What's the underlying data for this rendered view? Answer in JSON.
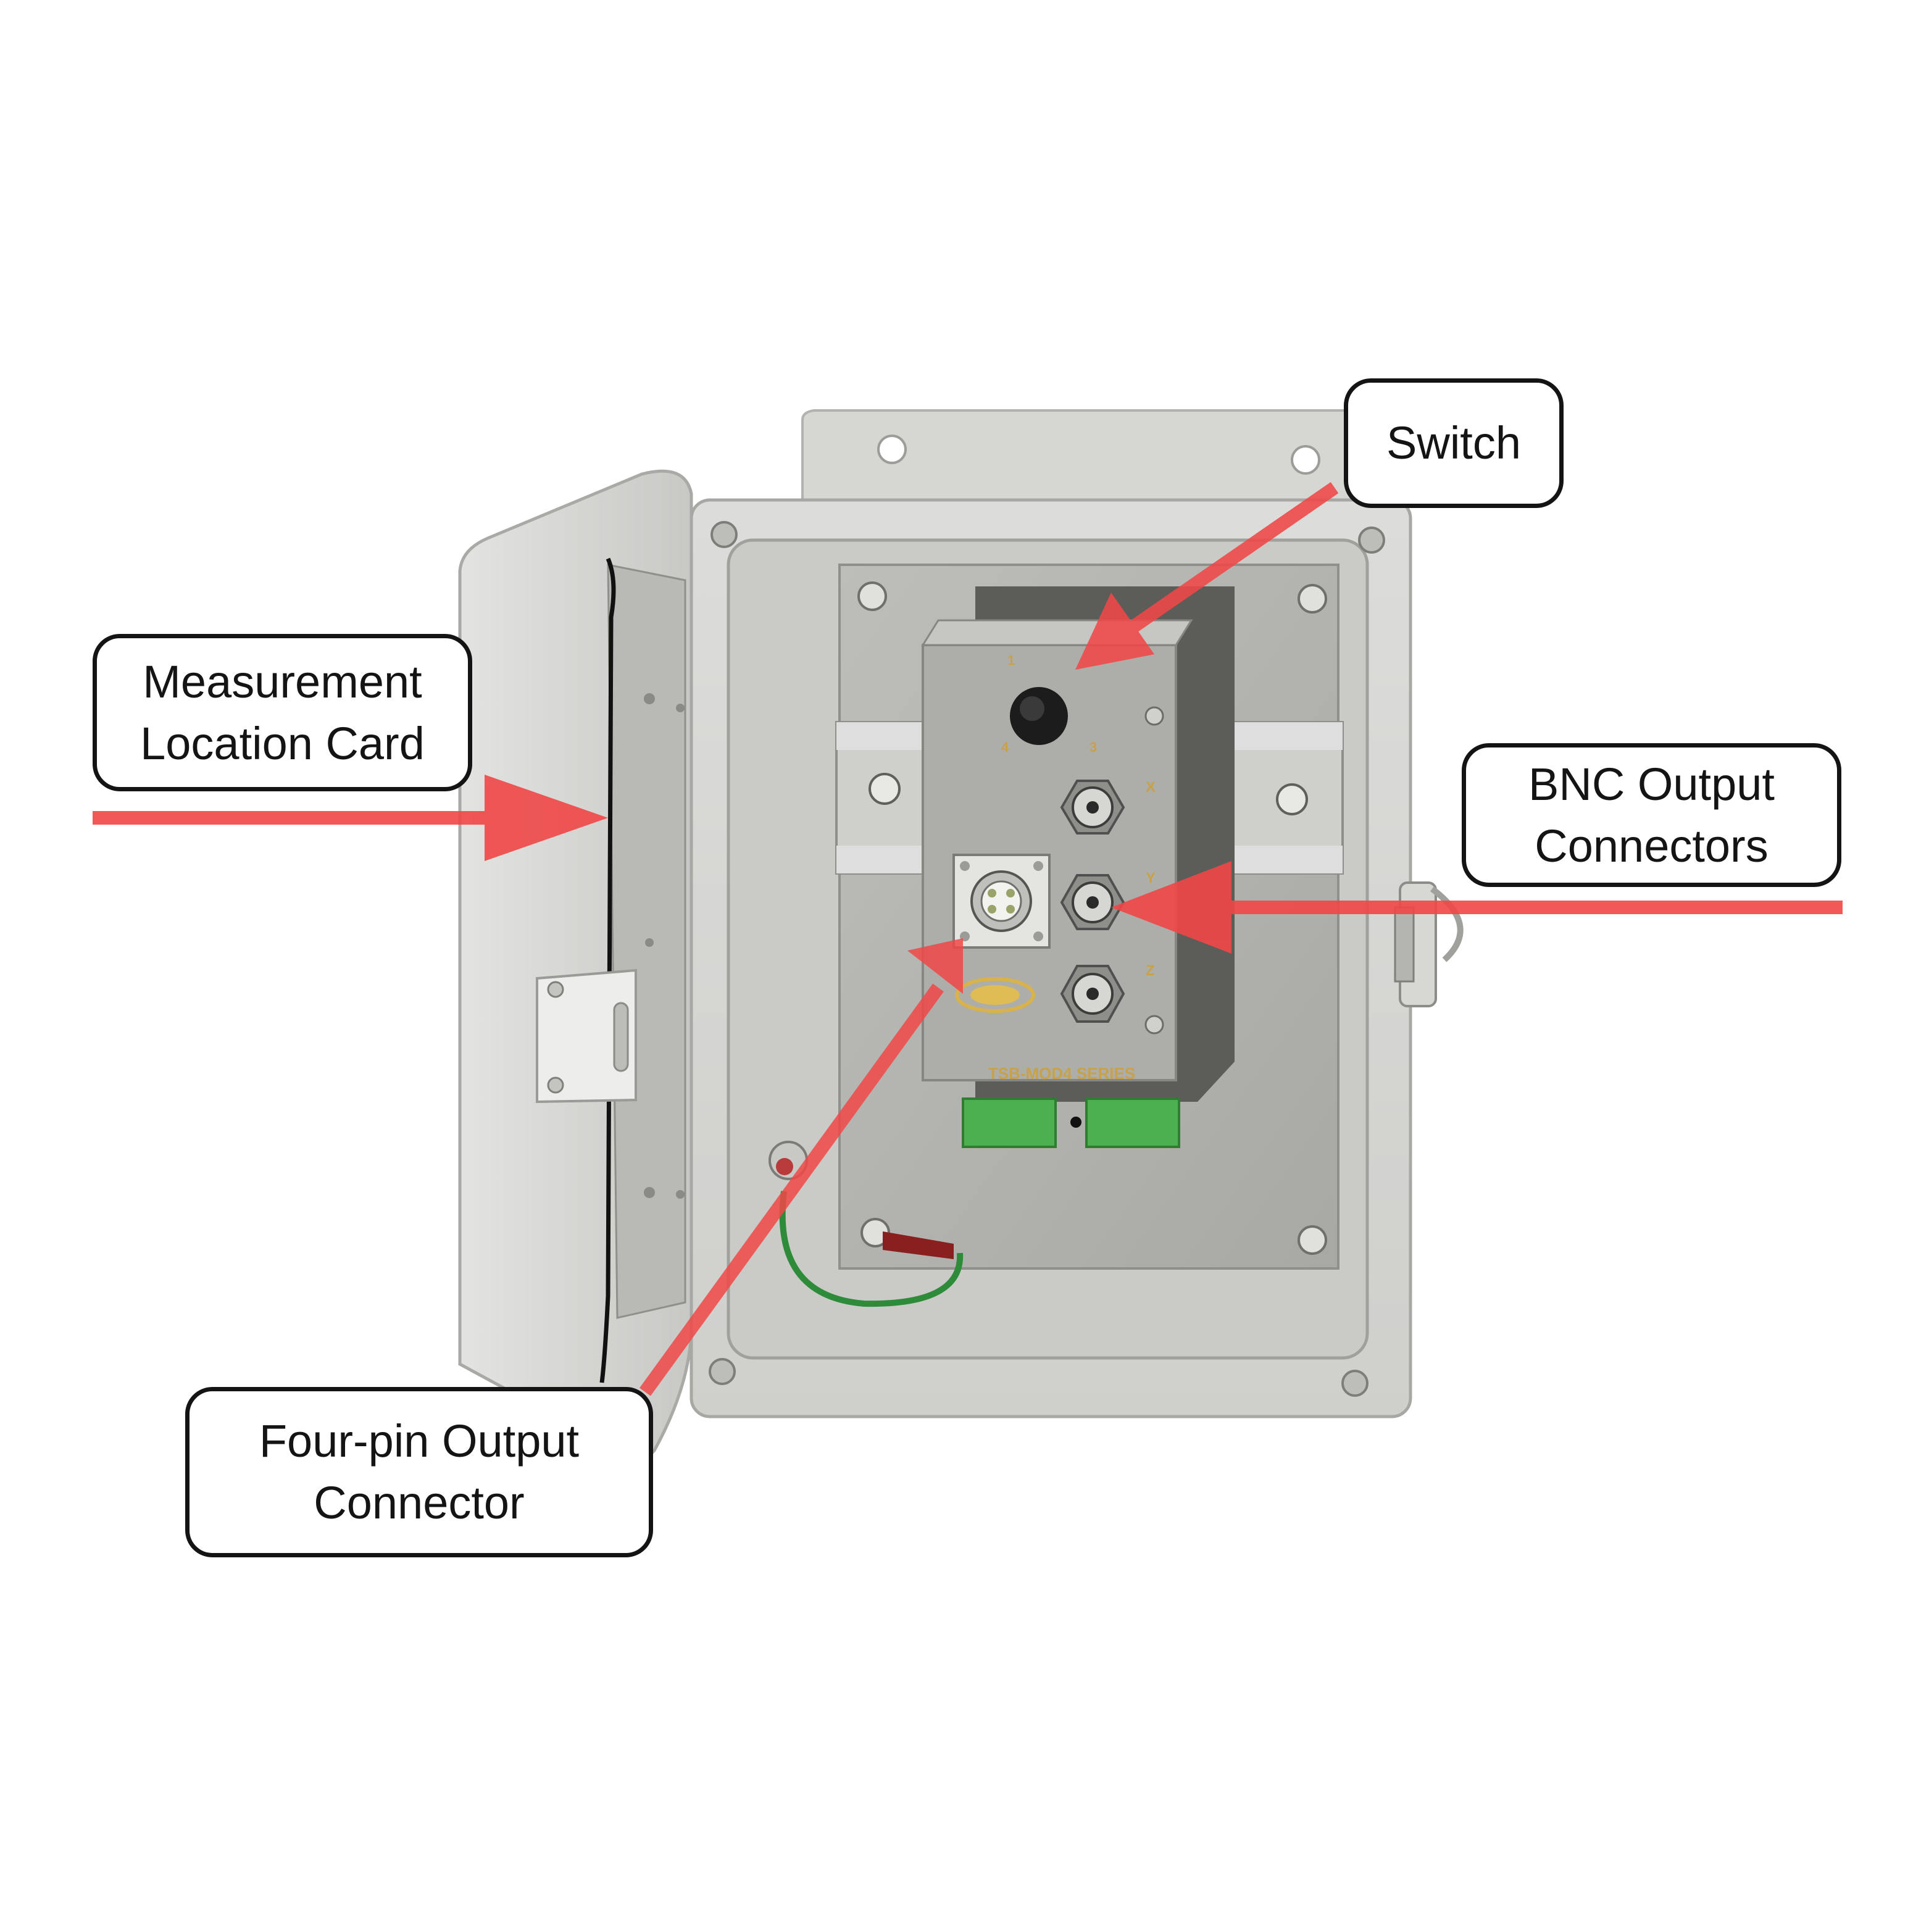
{
  "colors": {
    "arrow": "#f04848",
    "enclosure": "#d9d9d7",
    "enclosure_inner": "#c9c9c6",
    "panel": "#b8b8b4",
    "module": "#a9a9a6",
    "module_label": "#c8a24a",
    "terminal_green": "#4caf50",
    "ground_wire": "#2e8b3a",
    "callout_border": "#141414"
  },
  "callouts": {
    "switch": {
      "line1": "Switch"
    },
    "card": {
      "line1": "Measurement",
      "line2": "Location Card"
    },
    "bnc": {
      "line1": "BNC Output",
      "line2": "Connectors"
    },
    "fourpin": {
      "line1": "Four-pin Output",
      "line2": "Connector"
    }
  },
  "module": {
    "series_label": "TSB-MOD4 SERIES",
    "switch_positions": [
      "1",
      "4",
      "3"
    ],
    "bnc_axes": [
      "X",
      "Y",
      "Z"
    ],
    "logo_icon": "manufacturer-logo"
  }
}
